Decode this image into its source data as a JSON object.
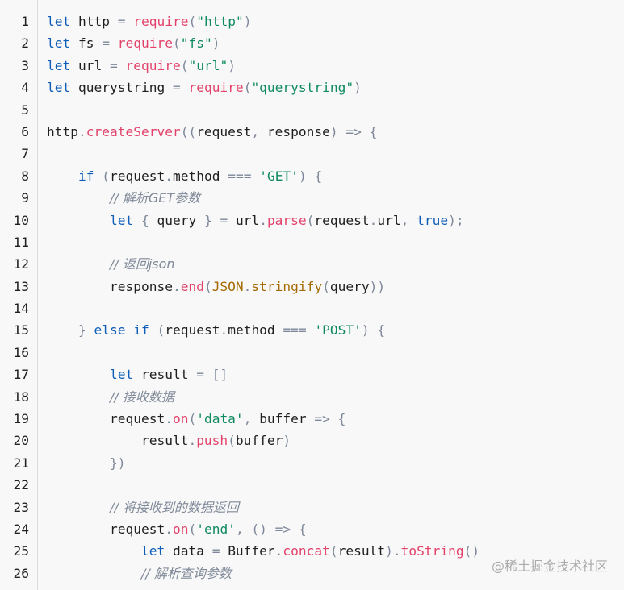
{
  "watermark": "@稀土掘金技术社区",
  "lines": [
    {
      "n": "1",
      "indent": "",
      "tokens": [
        {
          "t": "let",
          "c": "kw"
        },
        {
          "t": " http ",
          "c": "plain"
        },
        {
          "t": "=",
          "c": "op"
        },
        {
          "t": " ",
          "c": "plain"
        },
        {
          "t": "require",
          "c": "fn"
        },
        {
          "t": "(",
          "c": "op"
        },
        {
          "t": "\"http\"",
          "c": "str"
        },
        {
          "t": ")",
          "c": "op"
        }
      ]
    },
    {
      "n": "2",
      "indent": "",
      "tokens": [
        {
          "t": "let",
          "c": "kw"
        },
        {
          "t": " fs ",
          "c": "plain"
        },
        {
          "t": "=",
          "c": "op"
        },
        {
          "t": " ",
          "c": "plain"
        },
        {
          "t": "require",
          "c": "fn"
        },
        {
          "t": "(",
          "c": "op"
        },
        {
          "t": "\"fs\"",
          "c": "str"
        },
        {
          "t": ")",
          "c": "op"
        }
      ]
    },
    {
      "n": "3",
      "indent": "",
      "tokens": [
        {
          "t": "let",
          "c": "kw"
        },
        {
          "t": " url ",
          "c": "plain"
        },
        {
          "t": "=",
          "c": "op"
        },
        {
          "t": " ",
          "c": "plain"
        },
        {
          "t": "require",
          "c": "fn"
        },
        {
          "t": "(",
          "c": "op"
        },
        {
          "t": "\"url\"",
          "c": "str"
        },
        {
          "t": ")",
          "c": "op"
        }
      ]
    },
    {
      "n": "4",
      "indent": "",
      "tokens": [
        {
          "t": "let",
          "c": "kw"
        },
        {
          "t": " querystring ",
          "c": "plain"
        },
        {
          "t": "=",
          "c": "op"
        },
        {
          "t": " ",
          "c": "plain"
        },
        {
          "t": "require",
          "c": "fn"
        },
        {
          "t": "(",
          "c": "op"
        },
        {
          "t": "\"querystring\"",
          "c": "str"
        },
        {
          "t": ")",
          "c": "op"
        }
      ]
    },
    {
      "n": "5",
      "indent": "",
      "tokens": []
    },
    {
      "n": "6",
      "indent": "",
      "tokens": [
        {
          "t": "http",
          "c": "plain"
        },
        {
          "t": ".",
          "c": "op"
        },
        {
          "t": "createServer",
          "c": "fn"
        },
        {
          "t": "((",
          "c": "op"
        },
        {
          "t": "request",
          "c": "plain"
        },
        {
          "t": ", ",
          "c": "op"
        },
        {
          "t": "response",
          "c": "plain"
        },
        {
          "t": ") => {",
          "c": "op"
        }
      ]
    },
    {
      "n": "7",
      "indent": "",
      "tokens": []
    },
    {
      "n": "8",
      "indent": "    ",
      "tokens": [
        {
          "t": "if",
          "c": "kw"
        },
        {
          "t": " (",
          "c": "op"
        },
        {
          "t": "request",
          "c": "plain"
        },
        {
          "t": ".",
          "c": "op"
        },
        {
          "t": "method ",
          "c": "plain"
        },
        {
          "t": "===",
          "c": "op"
        },
        {
          "t": " ",
          "c": "plain"
        },
        {
          "t": "'GET'",
          "c": "str"
        },
        {
          "t": ") {",
          "c": "op"
        }
      ]
    },
    {
      "n": "9",
      "indent": "        ",
      "tokens": [
        {
          "t": "// 解析GET参数",
          "c": "comment"
        }
      ]
    },
    {
      "n": "10",
      "indent": "        ",
      "tokens": [
        {
          "t": "let",
          "c": "kw"
        },
        {
          "t": " { ",
          "c": "op"
        },
        {
          "t": "query",
          "c": "plain"
        },
        {
          "t": " } = ",
          "c": "op"
        },
        {
          "t": "url",
          "c": "plain"
        },
        {
          "t": ".",
          "c": "op"
        },
        {
          "t": "parse",
          "c": "fn"
        },
        {
          "t": "(",
          "c": "op"
        },
        {
          "t": "request",
          "c": "plain"
        },
        {
          "t": ".",
          "c": "op"
        },
        {
          "t": "url",
          "c": "plain"
        },
        {
          "t": ", ",
          "c": "op"
        },
        {
          "t": "true",
          "c": "num"
        },
        {
          "t": ");",
          "c": "op"
        }
      ]
    },
    {
      "n": "11",
      "indent": "",
      "tokens": []
    },
    {
      "n": "12",
      "indent": "        ",
      "tokens": [
        {
          "t": "// 返回json",
          "c": "comment"
        }
      ]
    },
    {
      "n": "13",
      "indent": "        ",
      "tokens": [
        {
          "t": "response",
          "c": "plain"
        },
        {
          "t": ".",
          "c": "op"
        },
        {
          "t": "end",
          "c": "fn"
        },
        {
          "t": "(",
          "c": "op"
        },
        {
          "t": "JSON",
          "c": "cls"
        },
        {
          "t": ".",
          "c": "op"
        },
        {
          "t": "stringify",
          "c": "cls"
        },
        {
          "t": "(",
          "c": "op"
        },
        {
          "t": "query",
          "c": "plain"
        },
        {
          "t": "))",
          "c": "op"
        }
      ]
    },
    {
      "n": "14",
      "indent": "",
      "tokens": []
    },
    {
      "n": "15",
      "indent": "    ",
      "tokens": [
        {
          "t": "} ",
          "c": "op"
        },
        {
          "t": "else if",
          "c": "kw"
        },
        {
          "t": " (",
          "c": "op"
        },
        {
          "t": "request",
          "c": "plain"
        },
        {
          "t": ".",
          "c": "op"
        },
        {
          "t": "method ",
          "c": "plain"
        },
        {
          "t": "===",
          "c": "op"
        },
        {
          "t": " ",
          "c": "plain"
        },
        {
          "t": "'POST'",
          "c": "str"
        },
        {
          "t": ") {",
          "c": "op"
        }
      ]
    },
    {
      "n": "16",
      "indent": "",
      "tokens": []
    },
    {
      "n": "17",
      "indent": "        ",
      "tokens": [
        {
          "t": "let",
          "c": "kw"
        },
        {
          "t": " result ",
          "c": "plain"
        },
        {
          "t": "= []",
          "c": "op"
        }
      ]
    },
    {
      "n": "18",
      "indent": "        ",
      "tokens": [
        {
          "t": "// 接收数据",
          "c": "comment"
        }
      ]
    },
    {
      "n": "19",
      "indent": "        ",
      "tokens": [
        {
          "t": "request",
          "c": "plain"
        },
        {
          "t": ".",
          "c": "op"
        },
        {
          "t": "on",
          "c": "fn"
        },
        {
          "t": "(",
          "c": "op"
        },
        {
          "t": "'data'",
          "c": "str"
        },
        {
          "t": ", ",
          "c": "op"
        },
        {
          "t": "buffer ",
          "c": "plain"
        },
        {
          "t": "=> {",
          "c": "op"
        }
      ]
    },
    {
      "n": "20",
      "indent": "            ",
      "tokens": [
        {
          "t": "result",
          "c": "plain"
        },
        {
          "t": ".",
          "c": "op"
        },
        {
          "t": "push",
          "c": "fn"
        },
        {
          "t": "(",
          "c": "op"
        },
        {
          "t": "buffer",
          "c": "plain"
        },
        {
          "t": ")",
          "c": "op"
        }
      ]
    },
    {
      "n": "21",
      "indent": "        ",
      "tokens": [
        {
          "t": "})",
          "c": "op"
        }
      ]
    },
    {
      "n": "22",
      "indent": "",
      "tokens": []
    },
    {
      "n": "23",
      "indent": "        ",
      "tokens": [
        {
          "t": "// 将接收到的数据返回",
          "c": "comment"
        }
      ]
    },
    {
      "n": "24",
      "indent": "        ",
      "tokens": [
        {
          "t": "request",
          "c": "plain"
        },
        {
          "t": ".",
          "c": "op"
        },
        {
          "t": "on",
          "c": "fn"
        },
        {
          "t": "(",
          "c": "op"
        },
        {
          "t": "'end'",
          "c": "str"
        },
        {
          "t": ", () => {",
          "c": "op"
        }
      ]
    },
    {
      "n": "25",
      "indent": "            ",
      "tokens": [
        {
          "t": "let",
          "c": "kw"
        },
        {
          "t": " data ",
          "c": "plain"
        },
        {
          "t": "= ",
          "c": "op"
        },
        {
          "t": "Buffer",
          "c": "plain"
        },
        {
          "t": ".",
          "c": "op"
        },
        {
          "t": "concat",
          "c": "fn"
        },
        {
          "t": "(",
          "c": "op"
        },
        {
          "t": "result",
          "c": "plain"
        },
        {
          "t": ").",
          "c": "op"
        },
        {
          "t": "toString",
          "c": "fn"
        },
        {
          "t": "()",
          "c": "op"
        }
      ]
    },
    {
      "n": "26",
      "indent": "            ",
      "tokens": [
        {
          "t": "// 解析查询参数",
          "c": "comment"
        }
      ]
    }
  ]
}
